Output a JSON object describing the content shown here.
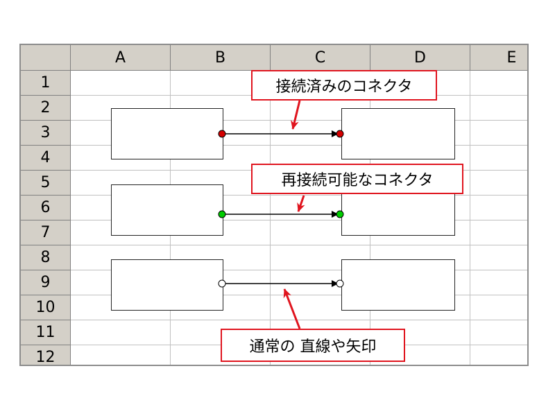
{
  "columns": [
    "A",
    "B",
    "C",
    "D",
    "E"
  ],
  "rows": [
    "1",
    "2",
    "3",
    "4",
    "5",
    "6",
    "7",
    "8",
    "9",
    "10",
    "11",
    "12"
  ],
  "callouts": {
    "connected": "接続済みのコネクタ",
    "reconnectable": "再接続可能なコネクタ",
    "normal": "通常の 直線や矢印"
  },
  "connectors": [
    {
      "state": "connected",
      "dot_color": "#d40000"
    },
    {
      "state": "reconnectable",
      "dot_color": "#00cc00"
    },
    {
      "state": "normal",
      "dot_color": "#ffffff"
    }
  ],
  "colors": {
    "callout_border": "#e0141e",
    "header_bg": "#d4d0c8",
    "grid": "#c0c0c0"
  }
}
